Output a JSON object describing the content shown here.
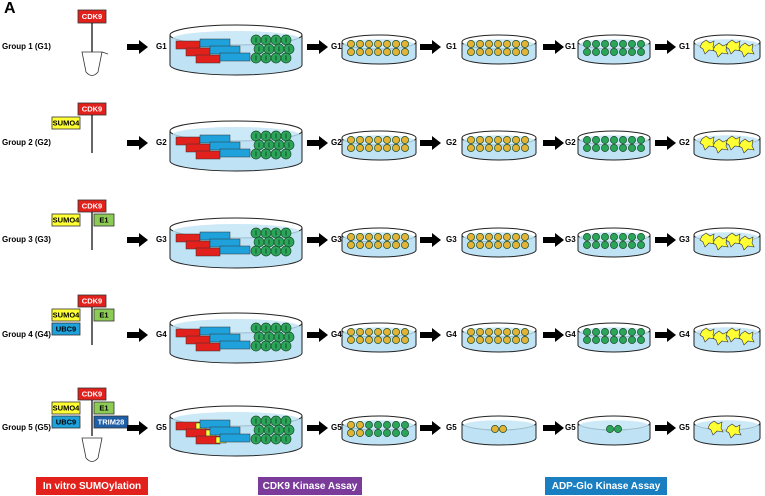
{
  "panel_label": "A",
  "groups": [
    {
      "label": "Group 1 (G1)",
      "code": "G1"
    },
    {
      "label": "Group 2 (G2)",
      "code": "G2"
    },
    {
      "label": "Group 3 (G3)",
      "code": "G3"
    },
    {
      "label": "Group 4 (G4)",
      "code": "G4"
    },
    {
      "label": "Group 5 (G5)",
      "code": "G5"
    }
  ],
  "components": {
    "cdk9": "CDK9",
    "sumo4": "SUMO4",
    "e1": "E1",
    "ubc9": "UBC9",
    "trim28": "TRIM28"
  },
  "banners": {
    "sumoylation": "In vitro SUMOylation",
    "cdk9_assay": "CDK9 Kinase Assay",
    "adpglo": "ADP-Glo Kinase Assay"
  },
  "colors": {
    "cdk9": "#e3211c",
    "sumo4": "#ffff33",
    "e1": "#8ccb55",
    "ubc9": "#1fa2dc",
    "trim28": "#1f5fa8",
    "bead": "#2aa55a",
    "substrate": "#e3b335",
    "glo": "#ffff33",
    "banner_red": "#e3211c",
    "banner_purple": "#7a3b9b",
    "banner_blue": "#1a7fc1",
    "liquid": "#bfe3f5"
  }
}
